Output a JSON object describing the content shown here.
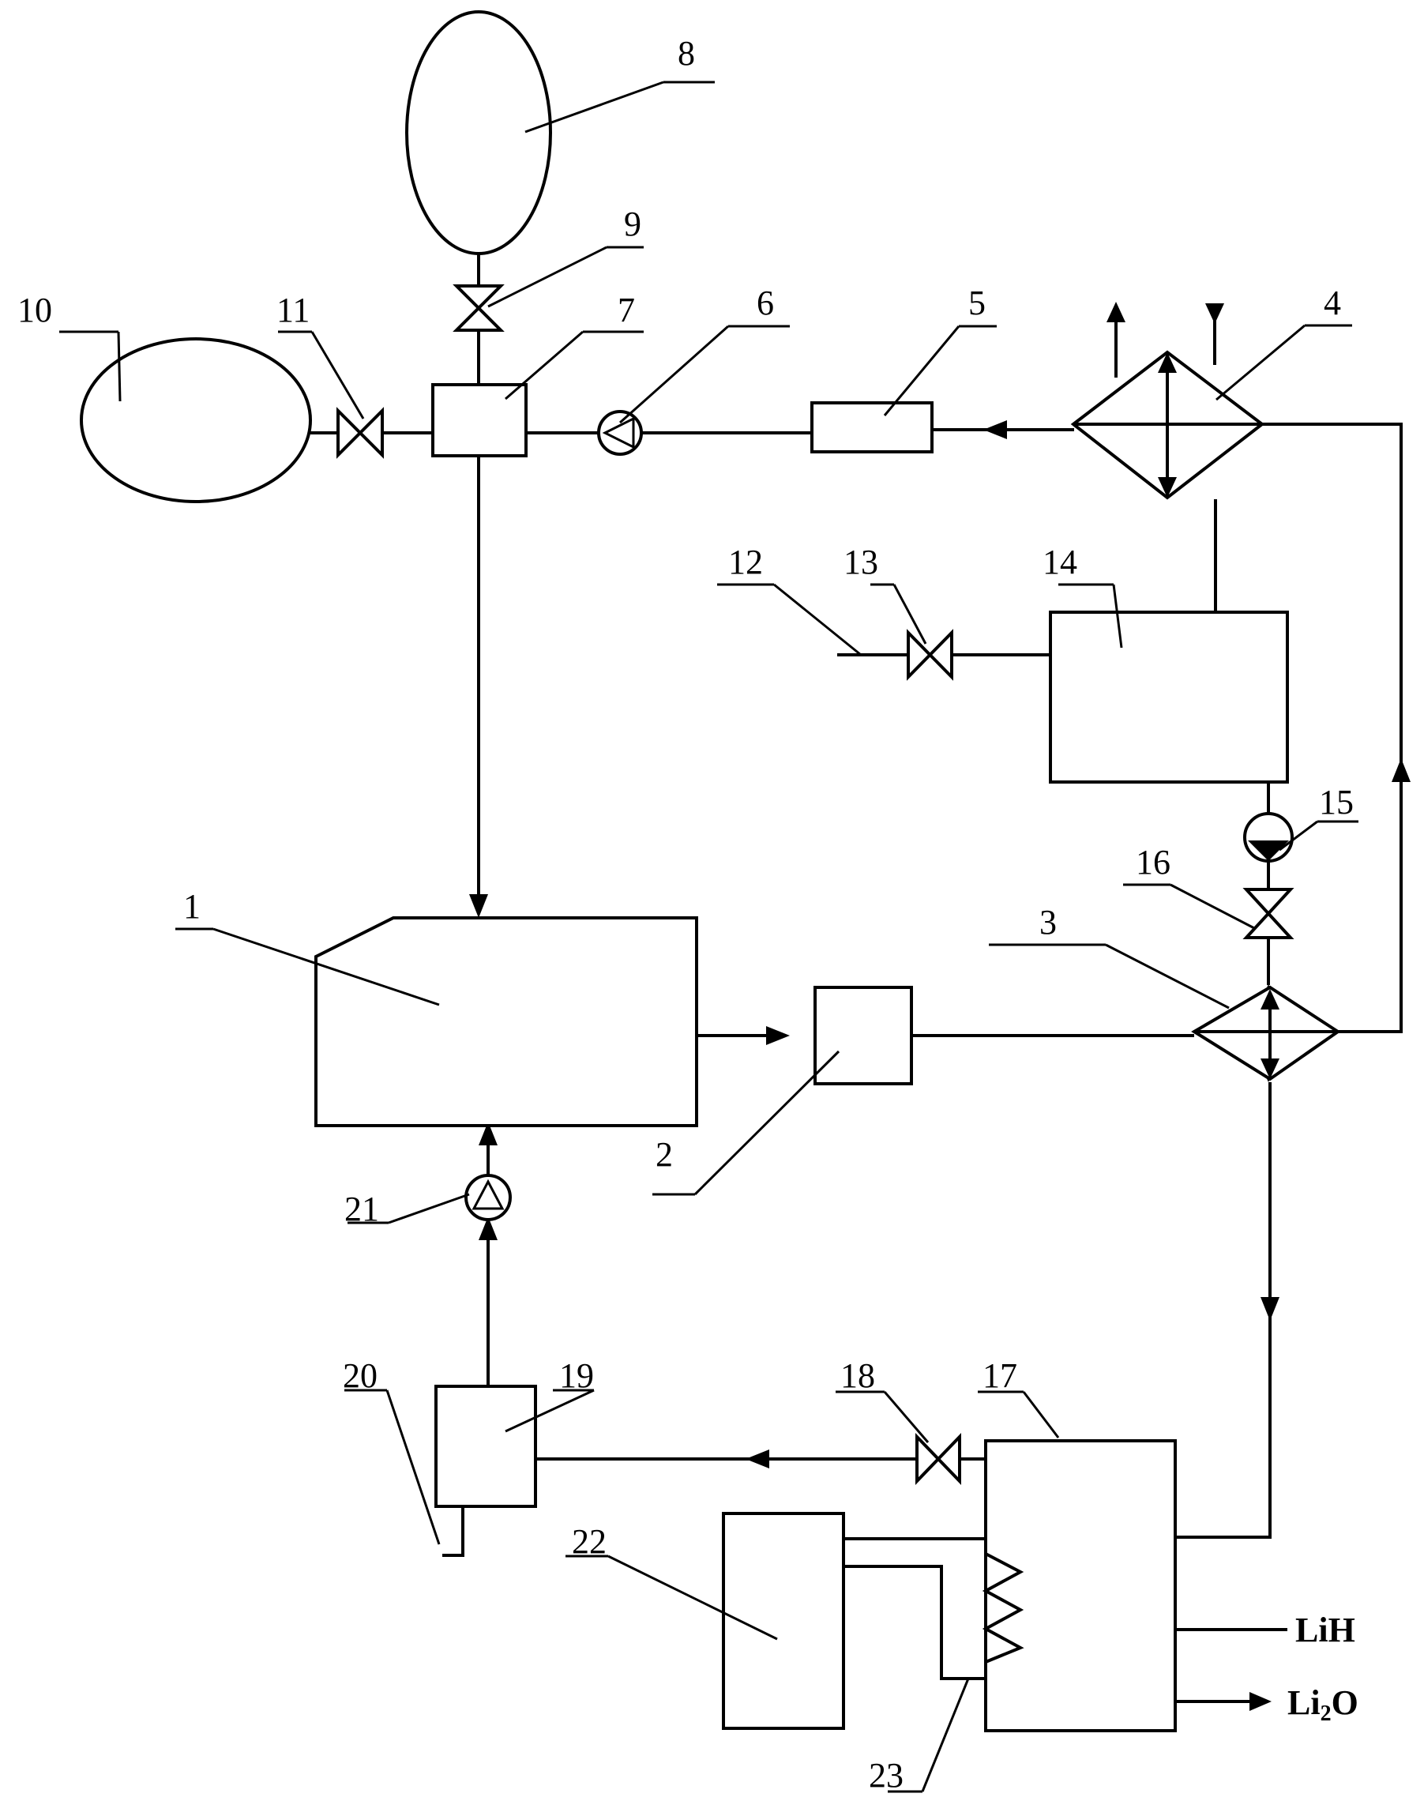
{
  "labels": {
    "n1": "1",
    "n2": "2",
    "n3": "3",
    "n4": "4",
    "n5": "5",
    "n6": "6",
    "n7": "7",
    "n8": "8",
    "n9": "9",
    "n10": "10",
    "n11": "11",
    "n12": "12",
    "n13": "13",
    "n14": "14",
    "n15": "15",
    "n16": "16",
    "n17": "17",
    "n18": "18",
    "n19": "19",
    "n20": "20",
    "n21": "21",
    "n22": "22",
    "n23": "23"
  },
  "io": {
    "input": "LiH",
    "output_base": "Li",
    "output_sub": "2",
    "output_end": "O"
  }
}
